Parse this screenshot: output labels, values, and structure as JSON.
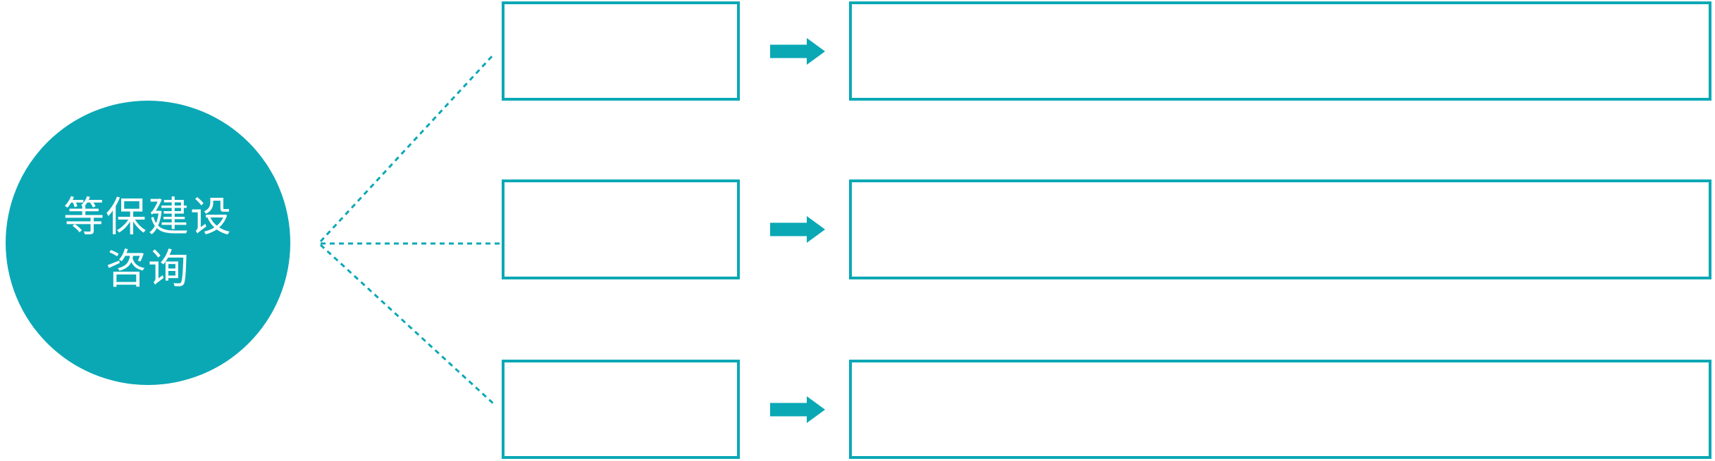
{
  "colors": {
    "accent": "#0AA8B5",
    "background": "#FFFFFF",
    "text_on_accent": "#FFFFFF"
  },
  "diagram": {
    "type": "flow-diagram",
    "connector_style": "dotted",
    "root_node": {
      "label": "等保建设咨询",
      "lines": {
        "line1": "等保建设",
        "line2": "咨询"
      }
    },
    "rows": [
      {
        "category_label": "",
        "description_label": ""
      },
      {
        "category_label": "",
        "description_label": ""
      },
      {
        "category_label": "",
        "description_label": ""
      }
    ]
  }
}
